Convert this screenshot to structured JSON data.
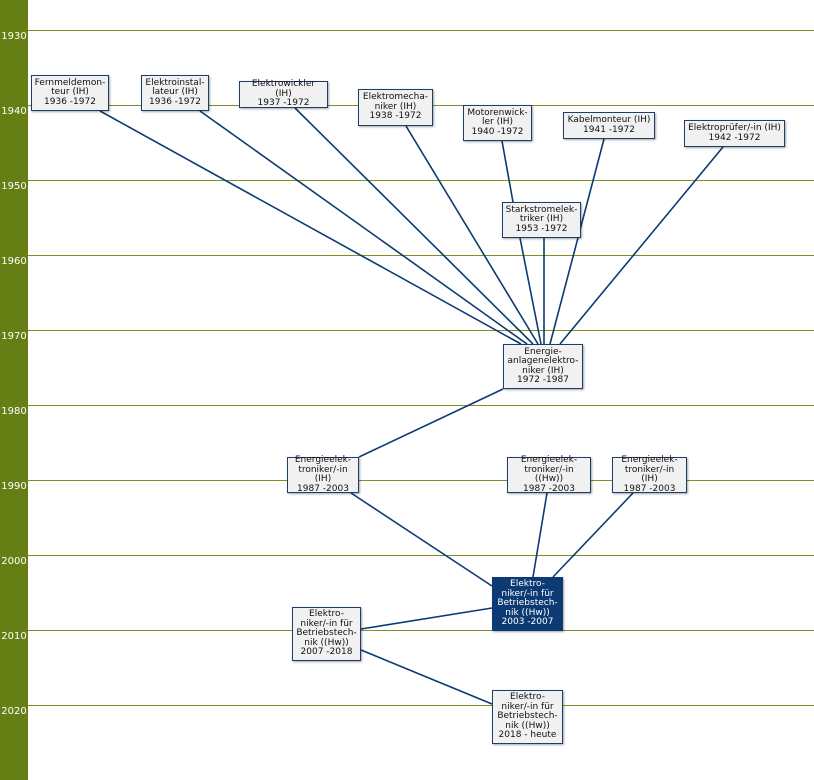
{
  "timeline": {
    "years": [
      "1930",
      "1940",
      "1950",
      "1960",
      "1970",
      "1980",
      "1990",
      "2000",
      "2010",
      "2020"
    ]
  },
  "colors": {
    "timeline_bar": "#667f14",
    "gridline": "#7f8f22",
    "edge": "#0c3a73",
    "node_fill": "#f1f1f1",
    "node_border": "#1f3d69",
    "current_fill": "#0c3a73"
  },
  "nodes": [
    {
      "id": "n1",
      "label": "Fernmeldemon-\nteur (IH)\n1936 -1972"
    },
    {
      "id": "n2",
      "label": "Elektroinstal-\nlateur (IH)\n1936 -1972"
    },
    {
      "id": "n3",
      "label": "Elektrowickler (IH)\n1937 -1972"
    },
    {
      "id": "n4",
      "label": "Elektromecha-\nniker (IH)\n1938 -1972"
    },
    {
      "id": "n5",
      "label": "Motorenwick-\nler (IH)\n1940 -1972"
    },
    {
      "id": "n6",
      "label": "Kabelmonteur (IH)\n1941 -1972"
    },
    {
      "id": "n7",
      "label": "Elektroprüfer/-in (IH)\n1942 -1972"
    },
    {
      "id": "n8",
      "label": "Starkstromelek-\ntriker (IH)\n1953 -1972"
    },
    {
      "id": "n9",
      "label": "Energie-\nanlagenelektro-\nniker (IH)\n1972 -1987"
    },
    {
      "id": "n10",
      "label": "Energieelek-\ntroniker/-in (IH)\n1987 -2003"
    },
    {
      "id": "n11",
      "label": "Energieelek-\ntroniker/-in ((Hw))\n1987 -2003"
    },
    {
      "id": "n12",
      "label": "Energieelek-\ntroniker/-in (IH)\n1987 -2003"
    },
    {
      "id": "n13",
      "label": "Elektro-\nniker/-in für\nBetriebstech-\nnik ((Hw))\n2003 -2007",
      "current": true
    },
    {
      "id": "n14",
      "label": "Elektro-\nniker/-in für\nBetriebstech-\nnik ((Hw))\n2007 -2018"
    },
    {
      "id": "n15",
      "label": "Elektro-\nniker/-in  für\nBetriebstech-\nnik ((Hw))\n2018 - heute"
    }
  ],
  "edges": [
    [
      "n1",
      "n9"
    ],
    [
      "n2",
      "n9"
    ],
    [
      "n3",
      "n9"
    ],
    [
      "n4",
      "n9"
    ],
    [
      "n5",
      "n9"
    ],
    [
      "n6",
      "n9"
    ],
    [
      "n7",
      "n9"
    ],
    [
      "n8",
      "n9"
    ],
    [
      "n5",
      "n8"
    ],
    [
      "n9",
      "n10"
    ],
    [
      "n10",
      "n13"
    ],
    [
      "n11",
      "n13"
    ],
    [
      "n12",
      "n13"
    ],
    [
      "n13",
      "n14"
    ],
    [
      "n14",
      "n15"
    ]
  ]
}
